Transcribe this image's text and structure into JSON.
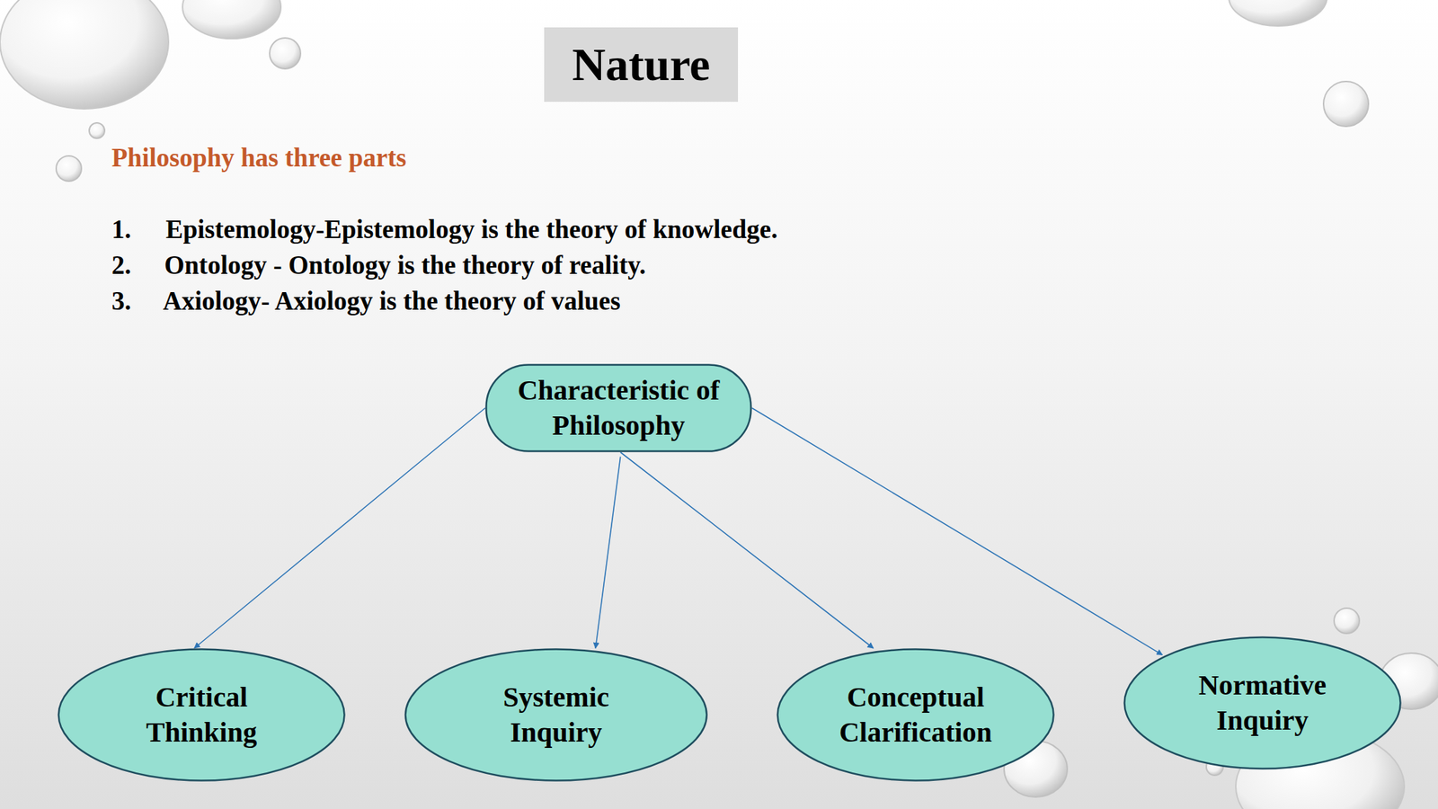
{
  "diagram": {
    "title": "Nature",
    "nodes": [
      {
        "text": [
          "Characteristic of Philosophy"
        ]
      },
      {
        "text": [
          "Critical Thinking"
        ]
      },
      {
        "text": [
          "Systemic Inquiry"
        ]
      },
      {
        "text": [
          "Conceptual Clarification"
        ]
      },
      {
        "text": [
          "Normative Inquiry"
        ]
      }
    ],
    "edges": [
      {
        "from": 0,
        "to": 1,
        "arrow": "to"
      },
      {
        "from": 0,
        "to": 2,
        "arrow": "to"
      },
      {
        "from": 0,
        "to": 3,
        "arrow": "to"
      },
      {
        "from": 0,
        "to": 4,
        "arrow": "to"
      }
    ],
    "labels": [
      "Philosophy has three parts",
      "1.",
      "Epistemology-Epistemology is the theory of knowledge.",
      "2.",
      "Ontology - Ontology is the theory of reality.",
      "3.",
      "Axiology- Axiology is the theory of values"
    ]
  }
}
